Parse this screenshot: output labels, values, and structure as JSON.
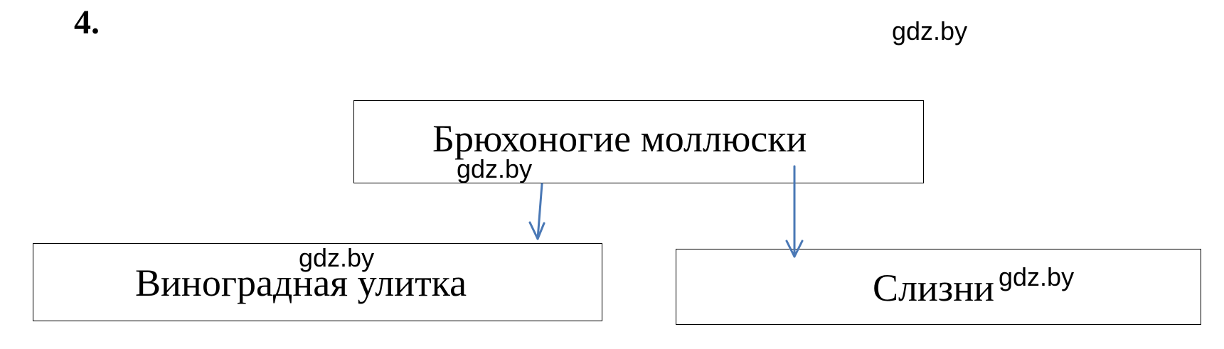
{
  "task": {
    "number": "4."
  },
  "watermarks": {
    "top_right": "gdz.by",
    "center": "gdz.by",
    "left": "gdz.by",
    "right": "gdz.by"
  },
  "diagram": {
    "root": {
      "label": "Брюхоногие моллюски"
    },
    "children": [
      {
        "label": "Виноградная улитка"
      },
      {
        "label": "Слизни"
      }
    ],
    "arrow_color": "#4a78b5",
    "border_color": "#000000"
  }
}
